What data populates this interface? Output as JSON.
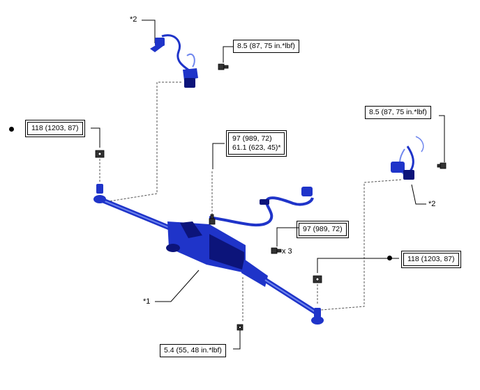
{
  "colors": {
    "part_blue": "#1f34c9",
    "part_dark": "#0c147a",
    "part_light": "#6f86ee",
    "line": "#000000"
  },
  "callouts": {
    "item_2_top": "*2",
    "item_2_right": "*2",
    "item_1": "*1",
    "qty_x3": "x 3"
  },
  "torques": {
    "sensor_bolt_left": "8.5 (87, 75 in.*lbf)",
    "sensor_bolt_right": "8.5 (87, 75 in.*lbf)",
    "tie_rod_nut_left": "118 (1203, 87)",
    "tie_rod_nut_right": "118 (1203, 87)",
    "gear_mount_line1": "97 (989, 72)",
    "gear_mount_line2": "61.1 (623, 45)*",
    "gear_bolts": "97 (989, 72)",
    "bottom_bolt": "5.4 (55, 48 in.*lbf)"
  }
}
